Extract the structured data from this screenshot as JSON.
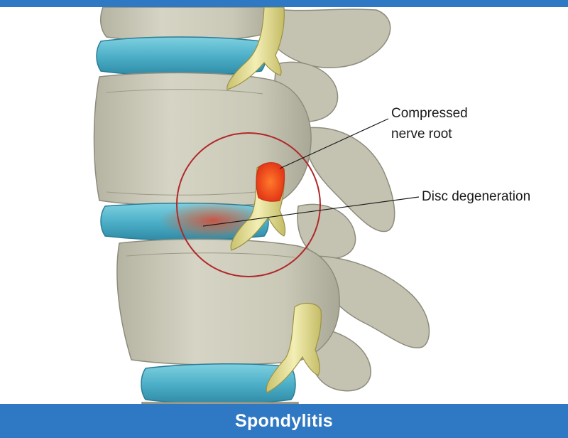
{
  "title": "Spondylitis",
  "labels": {
    "nerve_line1": "Compressed",
    "nerve_line2": "nerve root",
    "disc": "Disc degeneration"
  },
  "colors": {
    "banner": "#2f78c4",
    "disc": "#4fb0c9",
    "bone": "#cfcdbd",
    "nerve": "#ebe39a",
    "inflammation": "#f04a1e",
    "highlight_circle": "#b0282a"
  }
}
